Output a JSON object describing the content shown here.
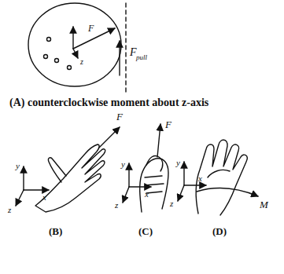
{
  "diagram": {
    "labels": [
      "F",
      "F",
      "pull",
      "z",
      "(A) counterclockwise moment about z-axis",
      "F",
      "y",
      "x",
      "z",
      "(B)",
      "F",
      "y",
      "x",
      "z",
      "(C)",
      "y",
      "x",
      "z",
      "M",
      "(D)"
    ]
  }
}
